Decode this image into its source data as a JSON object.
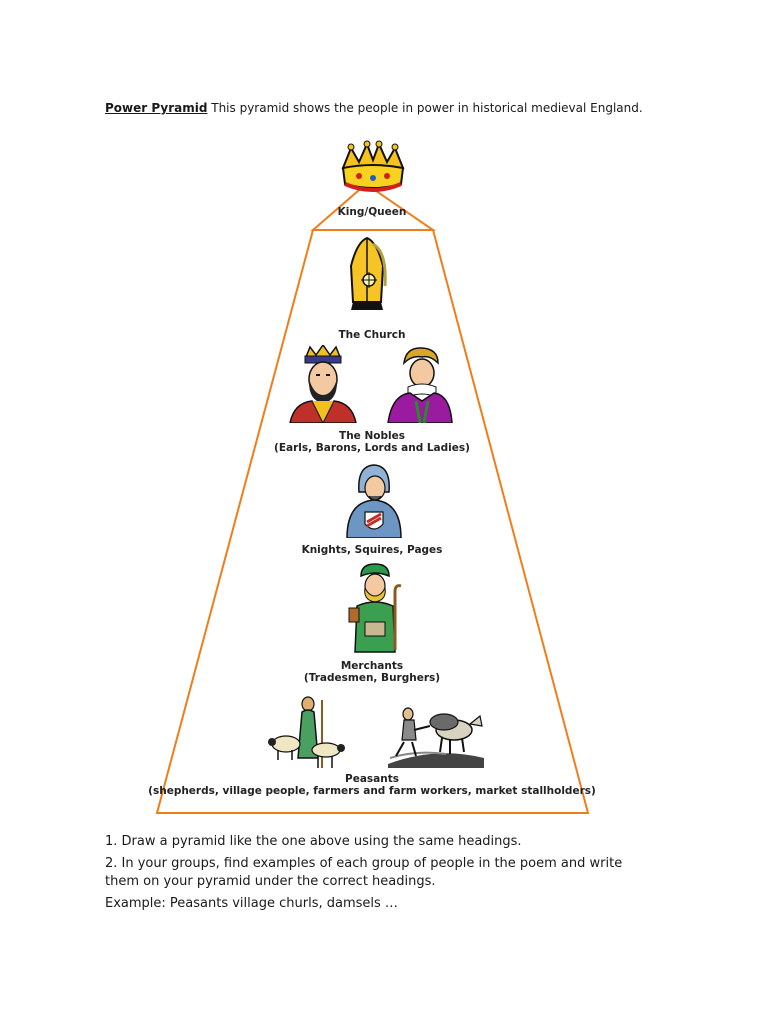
{
  "intro": {
    "title": "Power Pyramid",
    "text": " This pyramid shows the people in power in historical medieval England."
  },
  "pyramid": {
    "outline_color": "#f07d1a",
    "levels": [
      {
        "label": "King/Queen",
        "sub": ""
      },
      {
        "label": "The Church",
        "sub": ""
      },
      {
        "label": "The Nobles",
        "sub": "(Earls, Barons, Lords and Ladies)"
      },
      {
        "label": "Knights, Squires, Pages",
        "sub": ""
      },
      {
        "label": "Merchants",
        "sub": "(Tradesmen, Burghers)"
      },
      {
        "label": "Peasants",
        "sub": "(shepherds, village people, farmers and farm workers, market stallholders)"
      }
    ],
    "illustrations": [
      "crown-icon",
      "mitre-icon",
      "king-icon",
      "lady-icon",
      "knight-icon",
      "merchant-icon",
      "shepherd-icon",
      "plough-oxen-icon"
    ]
  },
  "tasks": [
    "1. Draw a pyramid like the one above using the same headings.",
    "2. In your groups, find examples of each group of people in the poem and write them on your pyramid under the correct headings.",
    "Example: Peasants village churls, damsels …"
  ]
}
